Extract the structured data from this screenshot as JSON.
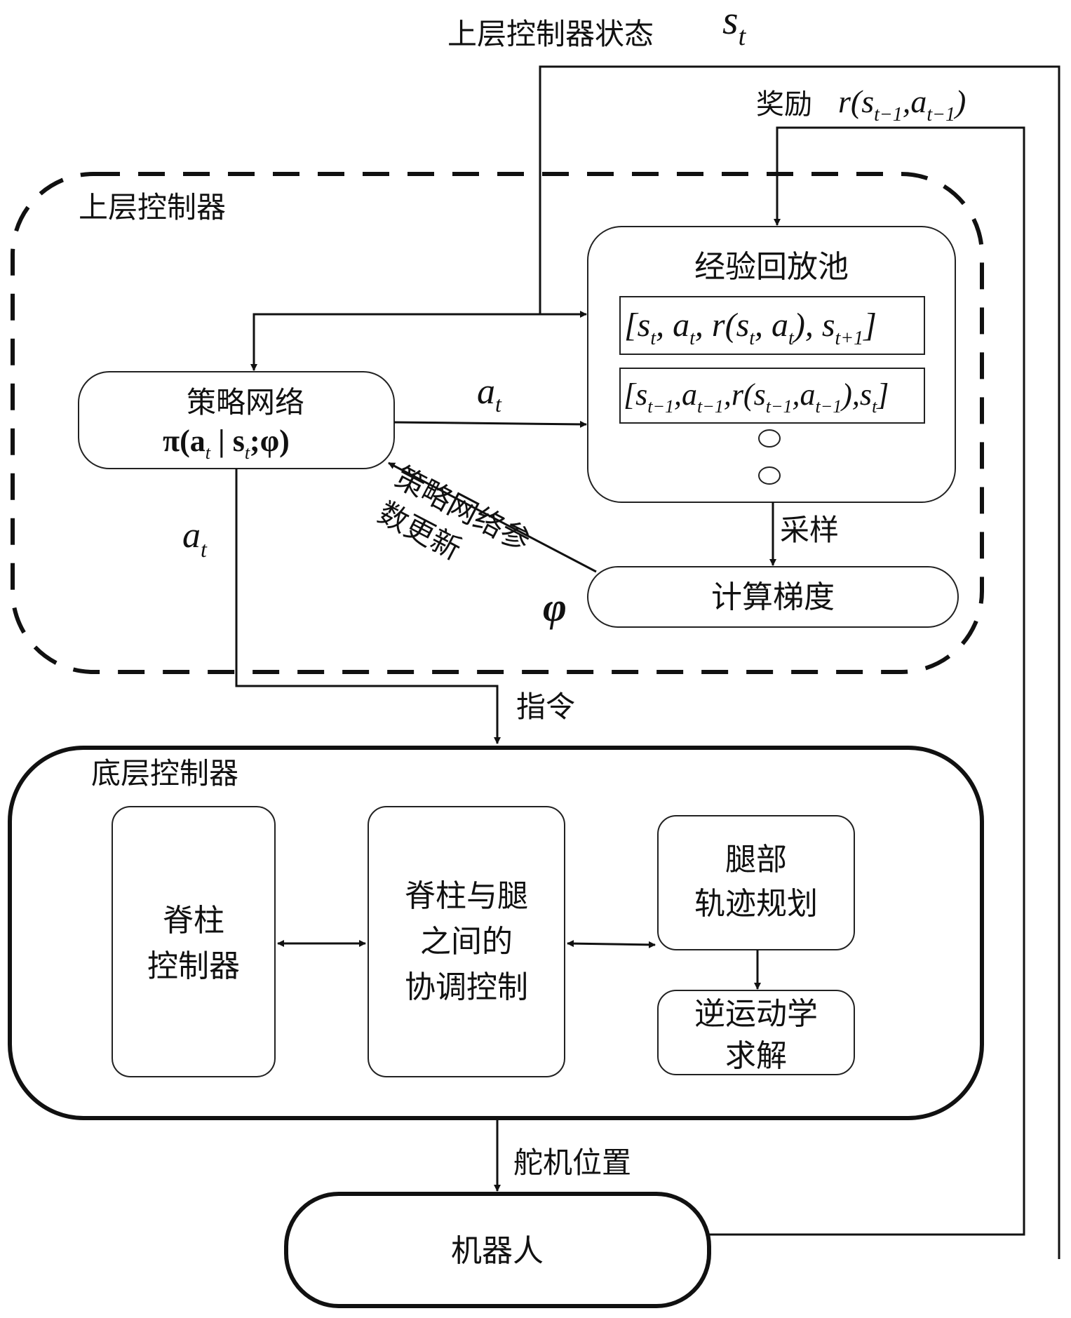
{
  "labels": {
    "upper_state": "上层控制器状态",
    "state_symbol": "s",
    "state_sub": "t",
    "reward_label": "奖励",
    "reward_formula": "r(s",
    "reward_sub1": "t−1",
    "reward_mid": ",a",
    "reward_sub2": "t−1",
    "reward_end": ")",
    "upper_controller": "上层控制器",
    "replay_pool": "经验回放池",
    "policy_net": "策略网络",
    "policy_formula": "π(a | s ;φ)",
    "action_right": "a",
    "action_right_sub": "t",
    "action_down": "a",
    "action_down_sub": "t",
    "param_update_line1": "策略网络参",
    "param_update_line2": "数更新",
    "phi": "φ",
    "sample": "采样",
    "gradient": "计算梯度",
    "command": "指令",
    "lower_controller": "底层控制器",
    "spine_ctrl_line1": "脊柱",
    "spine_ctrl_line2": "控制器",
    "coord_line1": "脊柱与腿",
    "coord_line2": "之间的",
    "coord_line3": "协调控制",
    "leg_line1": "腿部",
    "leg_line2": "轨迹规划",
    "ik_line1": "逆运动学",
    "ik_line2": "求解",
    "servo": "舵机位置",
    "robot": "机器人"
  },
  "replay_entries": [
    "[s_t, a_t, r(s_t, a_t), s_t+1]",
    "[s_t−1, a_t−1, r(s_t−1, a_t−1), s_t]"
  ]
}
